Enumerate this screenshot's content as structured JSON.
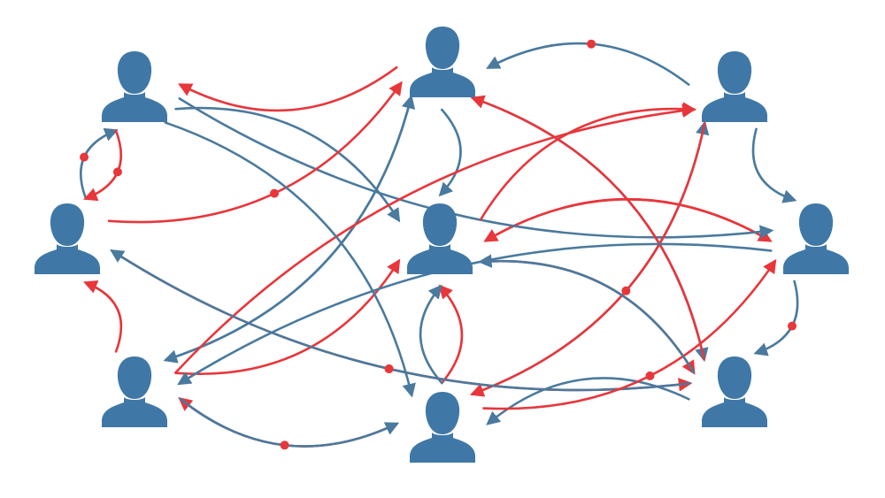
{
  "colors": {
    "person": "#3f78a6",
    "blue_edge": "#4a7a9e",
    "red_edge": "#e8363b"
  },
  "nodes": [
    {
      "id": "top-left",
      "icon": "person-icon"
    },
    {
      "id": "top-center",
      "icon": "person-icon"
    },
    {
      "id": "top-right",
      "icon": "person-icon"
    },
    {
      "id": "middle-left",
      "icon": "person-icon"
    },
    {
      "id": "center",
      "icon": "person-icon"
    },
    {
      "id": "middle-right",
      "icon": "person-icon"
    },
    {
      "id": "bottom-left",
      "icon": "person-icon"
    },
    {
      "id": "bottom-center",
      "icon": "person-icon"
    },
    {
      "id": "bottom-right",
      "icon": "person-icon"
    }
  ],
  "edges": [
    {
      "from": "top-center",
      "to": "top-left",
      "color": "red"
    },
    {
      "from": "top-right",
      "to": "top-center",
      "color": "blue",
      "dot": true
    },
    {
      "from": "middle-left",
      "to": "top-left",
      "color": "blue",
      "dot": true
    },
    {
      "from": "top-right",
      "to": "middle-right",
      "color": "blue"
    },
    {
      "from": "middle-right",
      "to": "bottom-right",
      "color": "blue",
      "dot": true
    },
    {
      "from": "bottom-right",
      "to": "bottom-center",
      "color": "blue"
    },
    {
      "from": "bottom-center",
      "to": "bottom-left",
      "color": "red"
    },
    {
      "from": "bottom-left",
      "to": "middle-left",
      "color": "red"
    },
    {
      "from": "top-center",
      "to": "center",
      "color": "blue"
    },
    {
      "from": "bottom-center",
      "to": "center",
      "color": "red"
    },
    {
      "from": "center",
      "to": "middle-right",
      "color": "red"
    },
    {
      "from": "middle-right",
      "to": "center",
      "color": "red"
    },
    {
      "from": "top-left",
      "to": "center",
      "color": "blue"
    },
    {
      "from": "top-left",
      "to": "middle-right",
      "color": "blue"
    },
    {
      "from": "top-left",
      "to": "middle-left",
      "color": "red",
      "dot": true
    },
    {
      "from": "bottom-left",
      "to": "top-center",
      "color": "blue"
    },
    {
      "from": "top-center",
      "to": "bottom-left",
      "color": "blue"
    },
    {
      "from": "bottom-left",
      "to": "center",
      "color": "red"
    },
    {
      "from": "center",
      "to": "top-right",
      "color": "red"
    },
    {
      "from": "bottom-center",
      "to": "top-right",
      "color": "blue",
      "dot": true
    },
    {
      "from": "bottom-left",
      "to": "top-right",
      "color": "red"
    },
    {
      "from": "middle-left",
      "to": "top-center",
      "color": "red",
      "dot": true
    },
    {
      "from": "top-center",
      "to": "bottom-right",
      "color": "blue"
    },
    {
      "from": "bottom-right",
      "to": "top-center",
      "color": "red"
    },
    {
      "from": "top-right",
      "to": "bottom-center",
      "color": "red"
    },
    {
      "from": "bottom-left",
      "to": "bottom-center",
      "color": "blue",
      "dot": true
    },
    {
      "from": "bottom-center",
      "to": "center",
      "color": "blue"
    },
    {
      "from": "middle-left",
      "to": "bottom-right",
      "color": "red",
      "dot": true
    },
    {
      "from": "bottom-right",
      "to": "middle-left",
      "color": "blue",
      "dot": true
    },
    {
      "from": "bottom-center",
      "to": "middle-right",
      "color": "red",
      "dot": true
    },
    {
      "from": "center",
      "to": "bottom-right",
      "color": "red"
    },
    {
      "from": "bottom-right",
      "to": "center",
      "color": "blue"
    },
    {
      "from": "top-left",
      "to": "bottom-center",
      "color": "blue"
    },
    {
      "from": "middle-right",
      "to": "bottom-left",
      "color": "blue"
    }
  ]
}
